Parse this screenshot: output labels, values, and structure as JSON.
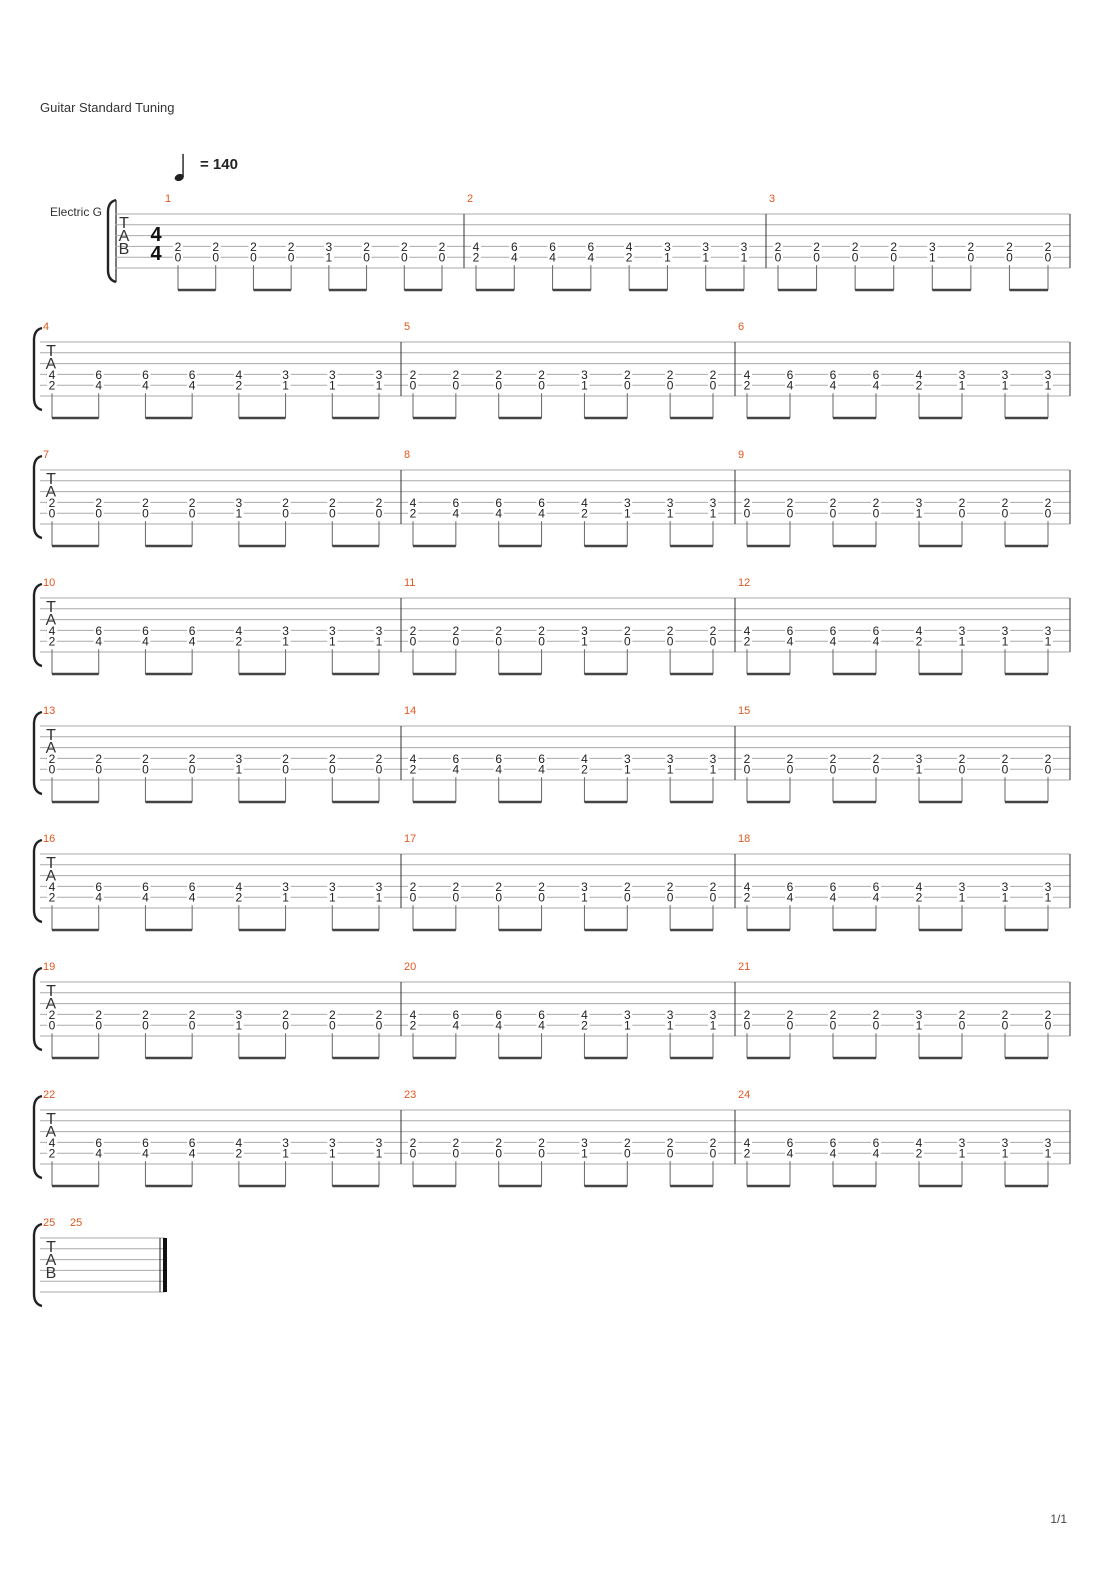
{
  "header": {
    "tuning": "Guitar Standard Tuning",
    "instrument": "Electric G",
    "tempo_value": "= 140",
    "page_number": "1/1"
  },
  "tab": {
    "clef_letters": [
      "T",
      "A",
      "B"
    ],
    "time_signature": [
      "4",
      "4"
    ],
    "patterns": {
      "A": [
        [
          "2",
          "0"
        ],
        [
          "2",
          "0"
        ],
        [
          "2",
          "0"
        ],
        [
          "2",
          "0"
        ],
        [
          "3",
          "1"
        ],
        [
          "2",
          "0"
        ],
        [
          "2",
          "0"
        ],
        [
          "2",
          "0"
        ]
      ],
      "B": [
        [
          "4",
          "2"
        ],
        [
          "6",
          "4"
        ],
        [
          "6",
          "4"
        ],
        [
          "6",
          "4"
        ],
        [
          "4",
          "2"
        ],
        [
          "3",
          "1"
        ],
        [
          "3",
          "1"
        ],
        [
          "3",
          "1"
        ]
      ]
    },
    "measures": [
      {
        "number": "1",
        "pattern": "A"
      },
      {
        "number": "2",
        "pattern": "B"
      },
      {
        "number": "3",
        "pattern": "A"
      },
      {
        "number": "4",
        "pattern": "B"
      },
      {
        "number": "5",
        "pattern": "A"
      },
      {
        "number": "6",
        "pattern": "B"
      },
      {
        "number": "7",
        "pattern": "A"
      },
      {
        "number": "8",
        "pattern": "B"
      },
      {
        "number": "9",
        "pattern": "A"
      },
      {
        "number": "10",
        "pattern": "B"
      },
      {
        "number": "11",
        "pattern": "A"
      },
      {
        "number": "12",
        "pattern": "B"
      },
      {
        "number": "13",
        "pattern": "A"
      },
      {
        "number": "14",
        "pattern": "B"
      },
      {
        "number": "15",
        "pattern": "A"
      },
      {
        "number": "16",
        "pattern": "B"
      },
      {
        "number": "17",
        "pattern": "A"
      },
      {
        "number": "18",
        "pattern": "B"
      },
      {
        "number": "19",
        "pattern": "A"
      },
      {
        "number": "20",
        "pattern": "B"
      },
      {
        "number": "21",
        "pattern": "A"
      },
      {
        "number": "22",
        "pattern": "B"
      },
      {
        "number": "23",
        "pattern": "A"
      },
      {
        "number": "24",
        "pattern": "B"
      },
      {
        "number": "25",
        "pattern": ""
      }
    ]
  },
  "colors": {
    "measure_number": "#e0581e",
    "staff_line": "#aaaaaa",
    "text": "#222222"
  }
}
